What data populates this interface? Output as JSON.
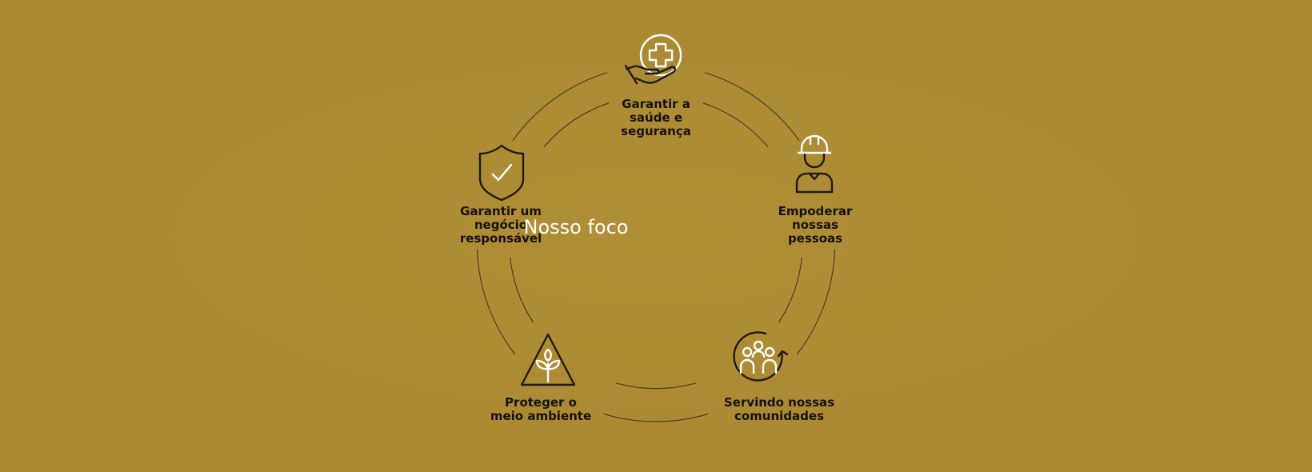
{
  "center_title": "Nosso foco",
  "nodes": [
    {
      "id": "health",
      "lines": [
        "Garantir a",
        "saúde e",
        "segurança"
      ],
      "icon": "hand-with-medical-cross-icon"
    },
    {
      "id": "people",
      "lines": [
        "Empoderar",
        "nossas",
        "pessoas"
      ],
      "icon": "worker-hard-hat-icon"
    },
    {
      "id": "communities",
      "lines": [
        "Servindo nossas",
        "comunidades"
      ],
      "icon": "community-people-cycle-icon"
    },
    {
      "id": "environment",
      "lines": [
        "Proteger o",
        "meio ambiente"
      ],
      "icon": "plant-in-triangle-icon"
    },
    {
      "id": "business",
      "lines": [
        "Garantir um",
        "negócio",
        "responsável"
      ],
      "icon": "shield-check-icon"
    }
  ],
  "colors": {
    "background": "#ab8a33",
    "arc_line": "#3d3222",
    "icon_dark": "#1e1a14",
    "icon_light": "#ffffff",
    "label_text": "#15120d",
    "center_text": "#ffffff"
  }
}
